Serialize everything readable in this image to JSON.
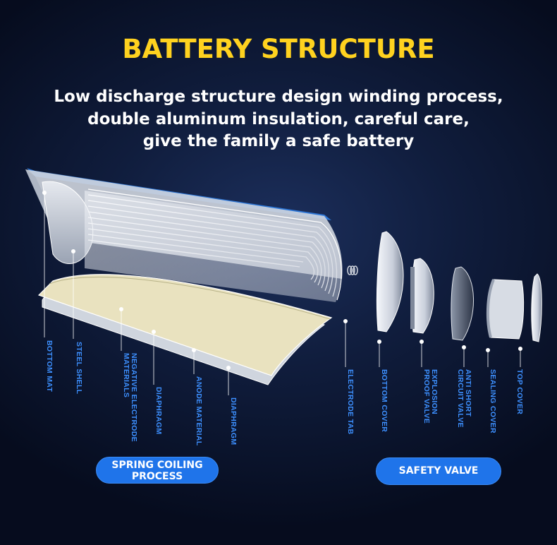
{
  "title": "BATTERY STRUCTURE",
  "subtitle_lines": [
    "Low discharge structure design winding process,",
    "double aluminum insulation, careful care,",
    "give the family a safe battery"
  ],
  "labels": {
    "bottom_mat": "BOTTOM MAT",
    "steel_shell": "STEEL SHELL",
    "negative_electrode": "NEGATIVE ELECTRODE\nMATERIALS",
    "diaphragm_1": "DIAPHRAGM",
    "anode_material": "ANODE MATERIAL",
    "diaphragm_2": "DIAPHRAGM",
    "electrode_tab": "ELECTRODE TAB",
    "bottom_cover": "BOTTOM COVER",
    "explosion_proof_valve": "EXPLOSION\nPROOF VALVE",
    "anti_short_circuit_valve": "ANTI SHORT\nCIRCUIT VALVE",
    "sealing_cover": "SEALING COVER",
    "top_cover": "TOP COVER"
  },
  "buttons": {
    "spring_coiling": [
      "SPRING COILING",
      "PROCESS"
    ],
    "safety_valve": "SAFETY VALVE"
  },
  "colors": {
    "title": "#ffd21f",
    "label": "#3d90ff",
    "pill": "#1f74ea",
    "background": "#0d1833"
  }
}
